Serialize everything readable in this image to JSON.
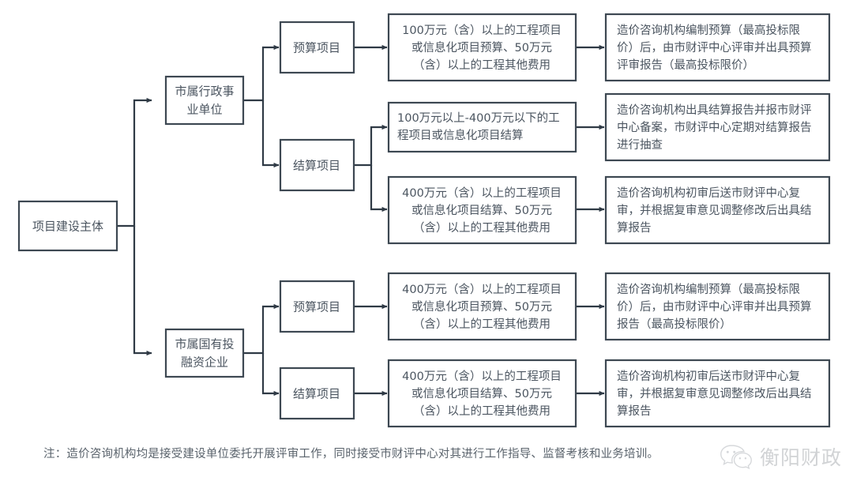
{
  "diagram": {
    "type": "flowchart",
    "orientation": "left-to-right",
    "root": {
      "id": "root",
      "label": "项目建设主体"
    },
    "branches": [
      {
        "id": "branch-admin",
        "label": "市属行政事业单位",
        "label_lines": [
          "市属行政事​",
          "业单位"
        ],
        "stages": [
          {
            "id": "admin-budget",
            "label": "预算项目",
            "criteria": {
              "id": "admin-budget-criteria",
              "lines": [
                "100万元（含）以上的工程项目",
                "或信息化项目预算、50万元",
                "（含）以上的工程其他费用"
              ]
            },
            "outcomes": [
              {
                "id": "admin-budget-outcome",
                "lines": [
                  "造价咨询机构编制预算（最高投标限",
                  "价）后，由市财评中心评审并出具预算",
                  "评审报告（最高投标限价）"
                ]
              }
            ]
          },
          {
            "id": "admin-settlement",
            "label": "结算项目",
            "criteria_list": [
              {
                "id": "admin-settlement-criteria-1",
                "lines": [
                  "100万元以上-400万元以下的工",
                  "程项目或信息化项目结算"
                ],
                "outcome": {
                  "id": "admin-settlement-outcome-1",
                  "lines": [
                    "造价咨询机构出具结算报告并报市财评",
                    "中心备案，市财评中心定期对结算报告",
                    "进行抽查"
                  ]
                }
              },
              {
                "id": "admin-settlement-criteria-2",
                "lines": [
                  "400万元（含）以上的工程项目",
                  "或信息化项目结算、50万元",
                  "（含）以上的工程其他费用"
                ],
                "outcome": {
                  "id": "admin-settlement-outcome-2",
                  "lines": [
                    "造价咨询机构初审后送市财评中心复",
                    "审，并根据复审意见调整修改后出具结",
                    "算报告"
                  ]
                }
              }
            ]
          }
        ]
      },
      {
        "id": "branch-soe",
        "label": "市属国有投融资企业",
        "label_lines": [
          "市属国有投",
          "融资企业"
        ],
        "stages": [
          {
            "id": "soe-budget",
            "label": "预算项目",
            "criteria": {
              "id": "soe-budget-criteria",
              "lines": [
                "400万元（含）以上的工程项目",
                "或信息化项目预算、50万元",
                "（含）以上的工程其他费用"
              ]
            },
            "outcomes": [
              {
                "id": "soe-budget-outcome",
                "lines": [
                  "造价咨询机构编制预算（最高投标限",
                  "价）后，由市财评中心评审并出具预算",
                  "报告（最高投标限价）"
                ]
              }
            ]
          },
          {
            "id": "soe-settlement",
            "label": "结算项目",
            "criteria": {
              "id": "soe-settlement-criteria",
              "lines": [
                "400万元（含）以上的工程项目",
                "或信息化项目结算、50万元",
                "（含）以上的工程其他费用"
              ]
            },
            "outcomes": [
              {
                "id": "soe-settlement-outcome",
                "lines": [
                  "造价咨询机构初审后送市财评中心复",
                  "审，并根据复审意见调整修改后出具结",
                  "算报告"
                ]
              }
            ]
          }
        ]
      }
    ]
  },
  "footnote": {
    "text": "注：造价咨询机构均是接受建设单位委托开展评审工作，同时接受市财评中心对其进行工作指导、监督考核和业务培训。"
  },
  "watermark": {
    "icon": "wechat-icon",
    "text": "衡阳财政"
  },
  "colors": {
    "stroke": "#3d4852",
    "connector": "#2f3a45",
    "text": "#4b5560",
    "background": "#ffffff",
    "watermark": "#8e9399"
  },
  "nodes_flat": {
    "root_label": "项目建设主体",
    "admin_label_l1": "市属行政事",
    "admin_label_l2": "业单位",
    "soe_label_l1": "市属国有投",
    "soe_label_l2": "融资企业",
    "budget_label": "预算项目",
    "settlement_label": "结算项目",
    "c1_l1": "100万元（含）以上的工程项目",
    "c1_l2": "或信息化项目预算、50万元",
    "c1_l3": "（含）以上的工程其他费用",
    "o1_l1": "造价咨询机构编制预算（最高投标限",
    "o1_l2": "价）后，由市财评中心评审并出具预算",
    "o1_l3": "评审报告（最高投标限价）",
    "c2_l1": "100万元以上-400万元以下的工",
    "c2_l2": "程项目或信息化项目结算",
    "o2_l1": "造价咨询机构出具结算报告并报市财评",
    "o2_l2": "中心备案，市财评中心定期对结算报告",
    "o2_l3": "进行抽查",
    "c3_l1": "400万元（含）以上的工程项目",
    "c3_l2": "或信息化项目结算、50万元",
    "c3_l3": "（含）以上的工程其他费用",
    "o3_l1": "造价咨询机构初审后送市财评中心复",
    "o3_l2": "审，并根据复审意见调整修改后出具结",
    "o3_l3": "算报告",
    "c4_l1": "400万元（含）以上的工程项目",
    "c4_l2": "或信息化项目预算、50万元",
    "c4_l3": "（含）以上的工程其他费用",
    "o4_l1": "造价咨询机构编制预算（最高投标限",
    "o4_l2": "价）后，由市财评中心评审并出具预算",
    "o4_l3": "报告（最高投标限价）",
    "c5_l1": "400万元（含）以上的工程项目",
    "c5_l2": "或信息化项目结算、50万元",
    "c5_l3": "（含）以上的工程其他费用",
    "o5_l1": "造价咨询机构初审后送市财评中心复",
    "o5_l2": "审，并根据复审意见调整修改后出具结",
    "o5_l3": "算报告"
  }
}
